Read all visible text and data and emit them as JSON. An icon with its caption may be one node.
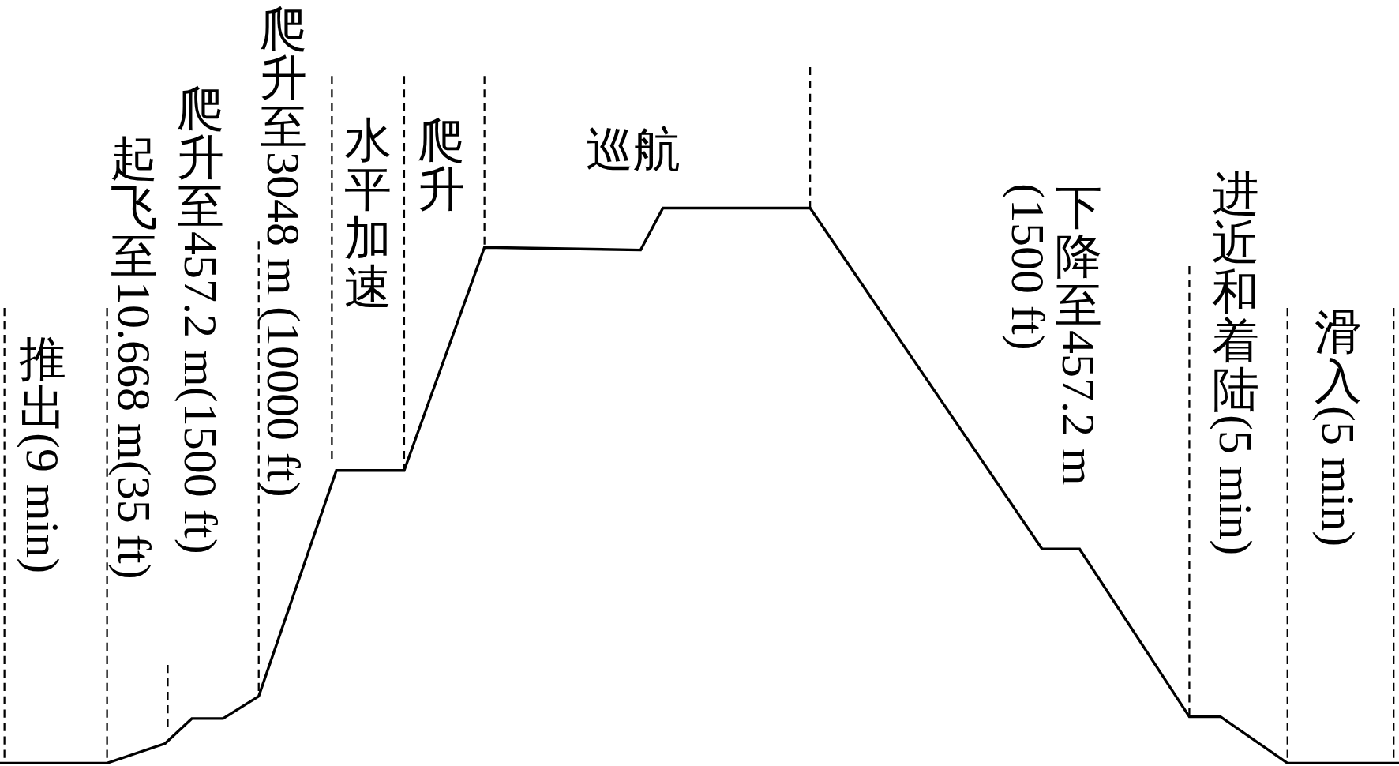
{
  "diagram": {
    "labels": [
      "推出(9 min)",
      "起飞至10.668 m(35 ft)",
      "爬升至457.2 m(1500 ft)",
      "爬升至3048 m (10000 ft)",
      "水平加速",
      "爬升",
      "巡航",
      "下降至457.2 m (1500 ft)",
      "进近和着陆(5 min)",
      "滑入(5 min)"
    ]
  }
}
